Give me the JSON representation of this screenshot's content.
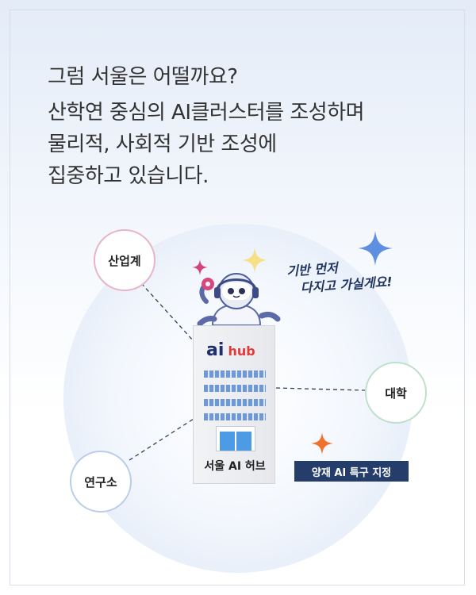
{
  "title": "그럼 서울은 어떨까요?",
  "body_lines": [
    "산학연 중심의 AI클러스터를 조성하며",
    "물리적, 사회적 기반 조성에",
    "집중하고 있습니다."
  ],
  "nodes": {
    "industry": "산업계",
    "university": "대학",
    "research": "연구소"
  },
  "speech_lines": [
    "기반 먼저",
    "다지고 가실게요!"
  ],
  "building": {
    "logo_ai": "ai",
    "logo_hub": "hub",
    "label": "서울 AI 허브"
  },
  "zone_badge": "양재 AI 특구 지정",
  "colors": {
    "navy": "#243d6b",
    "door_blue": "#4d9be4",
    "logo_red": "#e23a3a",
    "logo_yellow": "#f2b705",
    "star_blue": "#5f8fe0",
    "star_yellow": "#f6df85",
    "star_pink": "#d0467c",
    "star_orange": "#f0712d"
  }
}
